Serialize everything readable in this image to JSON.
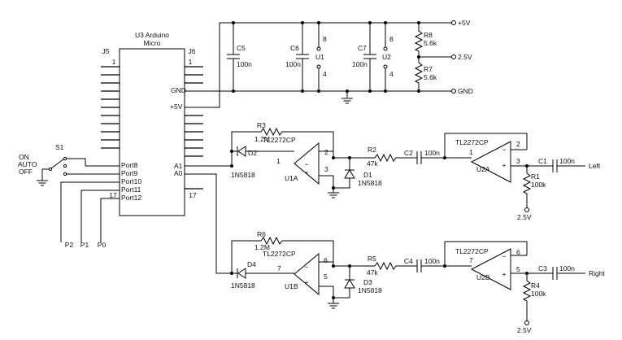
{
  "arduino": {
    "title": "U3 Arduino",
    "subtitle": "Micro",
    "header_left": "J5",
    "header_right": "J6",
    "pin_left_top": "1",
    "pin_right_top": "1",
    "pin_gnd": "GND",
    "pin_5v": "+5V",
    "pin_a1": "A1",
    "pin_a0": "A0",
    "pin_left_bottom": "17",
    "pin_right_bottom": "17",
    "ports": [
      "Port8",
      "Port9",
      "Port10",
      "Port11",
      "Port12"
    ]
  },
  "switch": {
    "name": "S1",
    "positions": [
      "ON",
      "AUTO",
      "OFF"
    ]
  },
  "ports_out": [
    "P2",
    "P1",
    "P0"
  ],
  "supply": {
    "rail_5v": "+5V",
    "rail_2v5": "2.5V",
    "rail_gnd": "GND",
    "c5": "C5",
    "c5_val": "100n",
    "c6": "C6",
    "c6_val": "100n",
    "c7": "C7",
    "c7_val": "100n",
    "u1": "U1",
    "u2": "U2",
    "pin8": "8",
    "pin4": "4",
    "r8": "R8",
    "r8_val": "5.6k",
    "r7": "R7",
    "r7_val": "5.6k"
  },
  "ch_a": {
    "r3": "R3",
    "r3_val": "1.2M",
    "d2": "D2",
    "d2_val": "1N5818",
    "opamp_part": "TL2272CP",
    "u1a": "U1A",
    "pin_out": "1",
    "pin_minus": "2",
    "pin_plus": "3",
    "r2": "R2",
    "r2_val": "47k",
    "d1": "D1",
    "d1_val": "1N5818",
    "c2": "C2",
    "c2_val": "100n",
    "u2a": "U2A",
    "u2_part": "TL2272CP",
    "u2_out": "1",
    "u2_minus": "2",
    "u2_plus": "3",
    "c1": "C1",
    "c1_val": "100n",
    "r1": "R1",
    "r1_val": "100k",
    "bias": "2.5V",
    "output": "Left"
  },
  "ch_b": {
    "r6": "R6",
    "r6_val": "1.2M",
    "d4": "D4",
    "d4_val": "1N5818",
    "opamp_part": "TL2272CP",
    "u1b": "U1B",
    "pin_out": "7",
    "pin_minus": "6",
    "pin_plus": "5",
    "r5": "R5",
    "r5_val": "47k",
    "d3": "D3",
    "d3_val": "1N5818",
    "c4": "C4",
    "c4_val": "100n",
    "u2b": "U2B",
    "u2_part": "TL2272CP",
    "u2_out": "7",
    "u2_minus": "6",
    "u2_plus": "5",
    "c3": "C3",
    "c3_val": "100n",
    "r4": "R4",
    "r4_val": "100k",
    "bias": "2.5V",
    "output": "Right"
  }
}
